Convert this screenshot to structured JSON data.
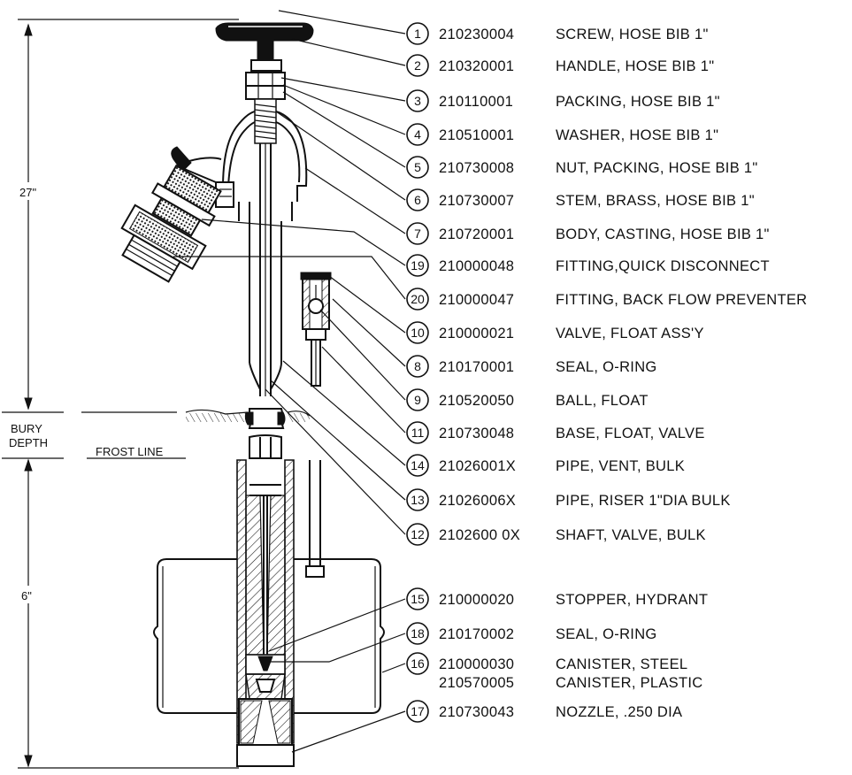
{
  "dimensions": {
    "top_height": "27\"",
    "bottom_height": "6\"",
    "bury_depth": "BURY\nDEPTH",
    "frost_line": "FROST LINE"
  },
  "parts": [
    {
      "num": "1",
      "part_no": "210230004",
      "desc": "SCREW, HOSE BIB 1\""
    },
    {
      "num": "2",
      "part_no": "210320001",
      "desc": "HANDLE, HOSE BIB 1\""
    },
    {
      "num": "3",
      "part_no": "210110001",
      "desc": "PACKING, HOSE BIB 1\""
    },
    {
      "num": "4",
      "part_no": "210510001",
      "desc": "WASHER, HOSE BIB 1\""
    },
    {
      "num": "5",
      "part_no": "210730008",
      "desc": "NUT, PACKING, HOSE BIB 1\""
    },
    {
      "num": "6",
      "part_no": "210730007",
      "desc": "STEM, BRASS, HOSE BIB 1\""
    },
    {
      "num": "7",
      "part_no": "210720001",
      "desc": "BODY, CASTING, HOSE BIB 1\""
    },
    {
      "num": "19",
      "part_no": "210000048",
      "desc": "FITTING,QUICK DISCONNECT"
    },
    {
      "num": "20",
      "part_no": "210000047",
      "desc": "FITTING, BACK FLOW PREVENTER"
    },
    {
      "num": "10",
      "part_no": "210000021",
      "desc": "VALVE, FLOAT ASS'Y"
    },
    {
      "num": "8",
      "part_no": "210170001",
      "desc": "SEAL, O-RING"
    },
    {
      "num": "9",
      "part_no": "210520050",
      "desc": "BALL, FLOAT"
    },
    {
      "num": "11",
      "part_no": "210730048",
      "desc": "BASE, FLOAT, VALVE"
    },
    {
      "num": "14",
      "part_no": "21026001X",
      "desc": "PIPE, VENT, BULK"
    },
    {
      "num": "13",
      "part_no": "21026006X",
      "desc": "PIPE, RISER 1\"DIA BULK"
    },
    {
      "num": "12",
      "part_no": "2102600 0X",
      "desc": "SHAFT, VALVE, BULK"
    },
    {
      "num": "15",
      "part_no": "210000020",
      "desc": "STOPPER, HYDRANT"
    },
    {
      "num": "18",
      "part_no": "210170002",
      "desc": "SEAL, O-RING"
    },
    {
      "num": "16",
      "part_no": "210000030",
      "desc": "CANISTER, STEEL"
    },
    {
      "num": "",
      "part_no": "210570005",
      "desc": "CANISTER, PLASTIC"
    },
    {
      "num": "17",
      "part_no": "210730043",
      "desc": "NOZZLE, .250 DIA"
    }
  ]
}
